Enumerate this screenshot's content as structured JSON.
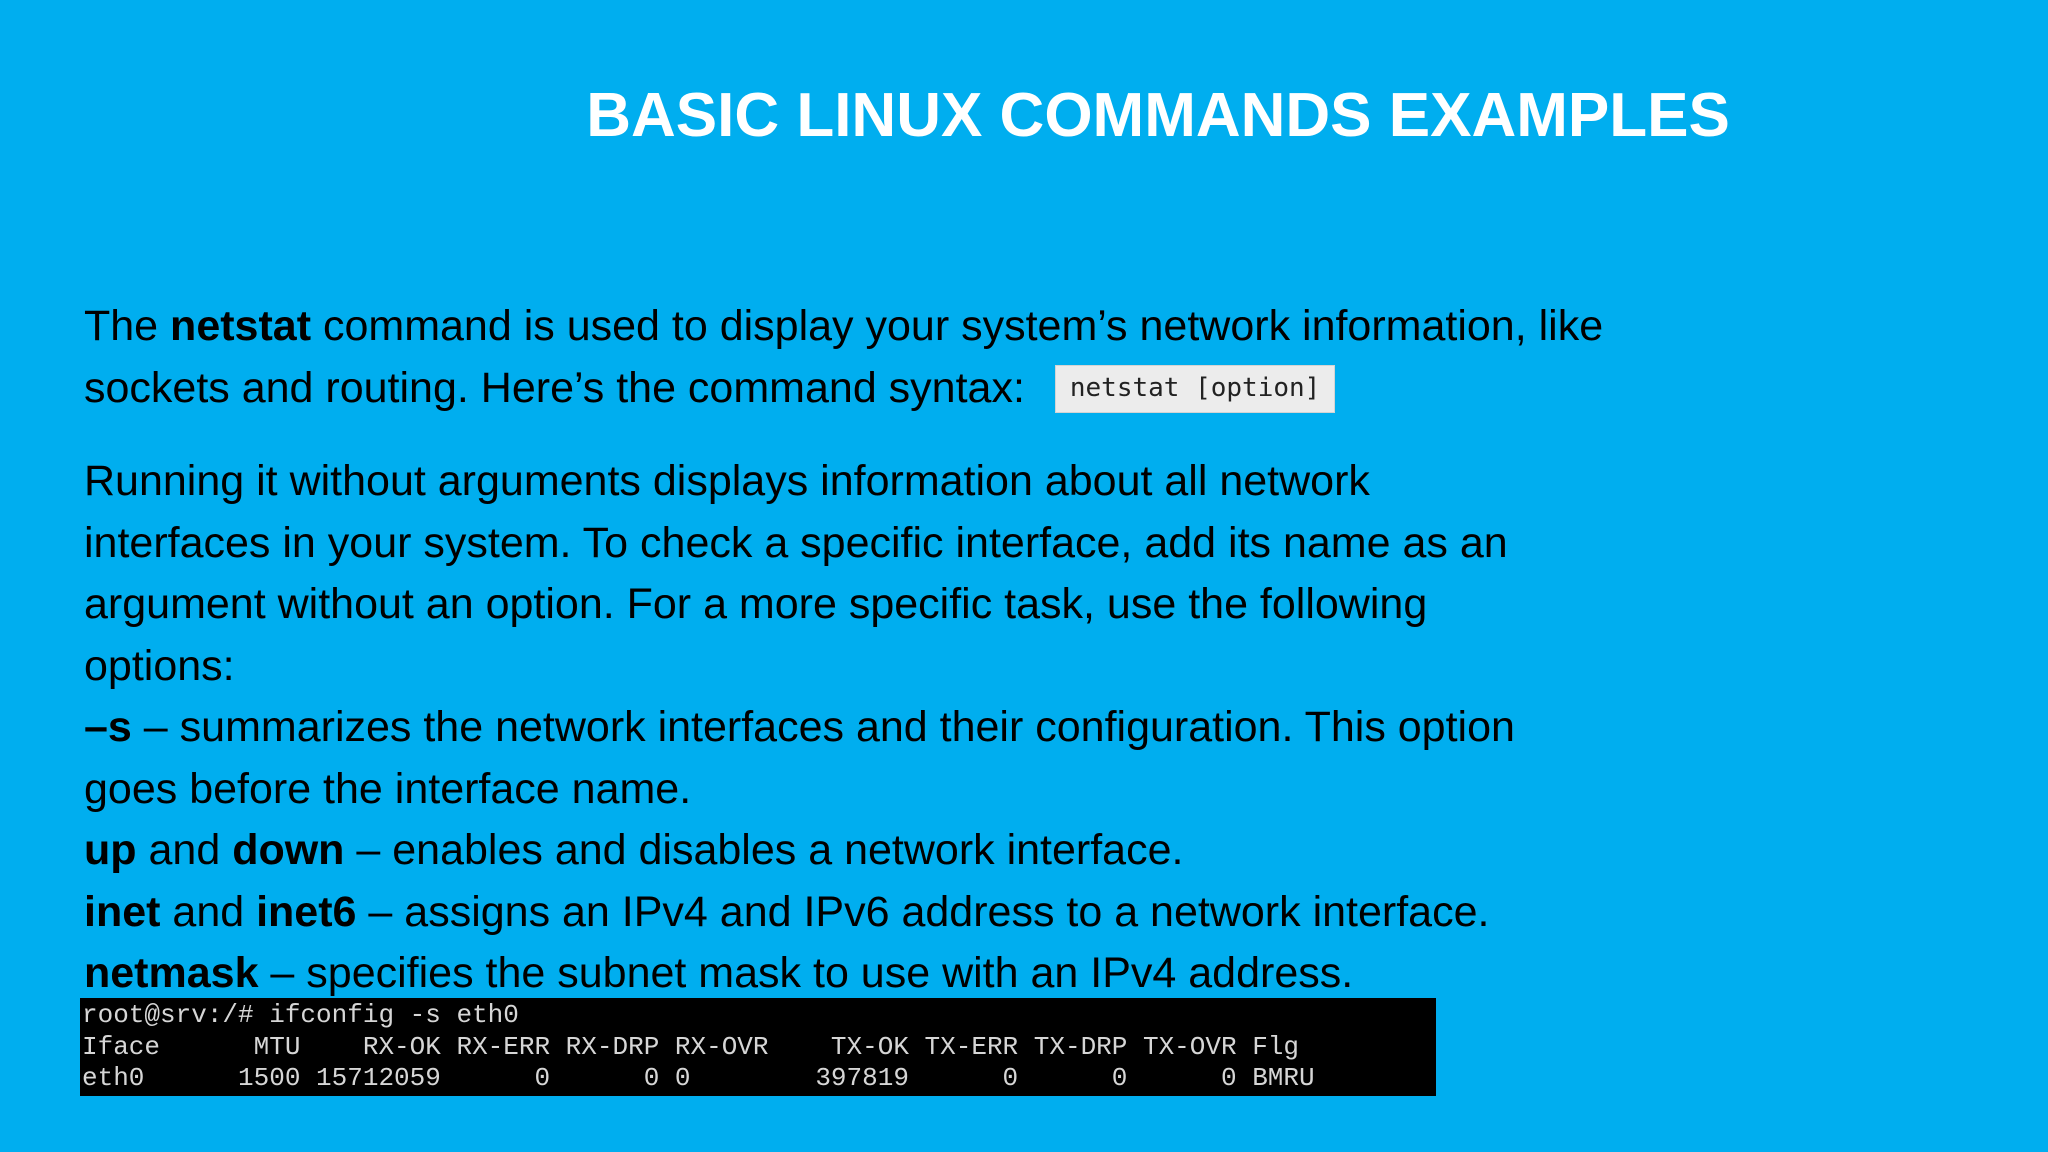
{
  "slide": {
    "title": "BASIC LINUX COMMANDS EXAMPLES",
    "background_color": "#00AEEF",
    "title_color": "#FFFFFF"
  },
  "paragraph1": {
    "l1_pre": "The ",
    "l1_bold": "netstat",
    "l1_post": " command is used to display your system’s network information, like",
    "l2": "sockets and routing. Here’s the command syntax: ",
    "syntax_code": "netstat [option]"
  },
  "paragraph2": {
    "lines": [
      "Running it without arguments displays information about all network",
      "interfaces in your system. To check a specific interface, add its name as an",
      "argument without an option. For a more specific task, use the following",
      "options:"
    ]
  },
  "options": {
    "s_flag": "–s",
    "s_desc": " – summarizes the network interfaces and their configuration. This option",
    "s_desc2": "goes before the interface name.",
    "up": "up",
    "and1": " and ",
    "down": "down",
    "updown_desc": " – enables and disables a network interface.",
    "inet": "inet",
    "and2": " and ",
    "inet6": "inet6",
    "inet_desc": " – assigns an IPv4 and IPv6 address to a network interface.",
    "netmask": "netmask",
    "netmask_desc": " – specifies the subnet mask to use with an IPv4 address."
  },
  "terminal": {
    "lines": [
      "root@srv:/# ifconfig -s eth0",
      "Iface      MTU    RX-OK RX-ERR RX-DRP RX-OVR    TX-OK TX-ERR TX-DRP TX-OVR Flg",
      "eth0      1500 15712059      0      0 0        397819      0      0      0 BMRU"
    ]
  }
}
